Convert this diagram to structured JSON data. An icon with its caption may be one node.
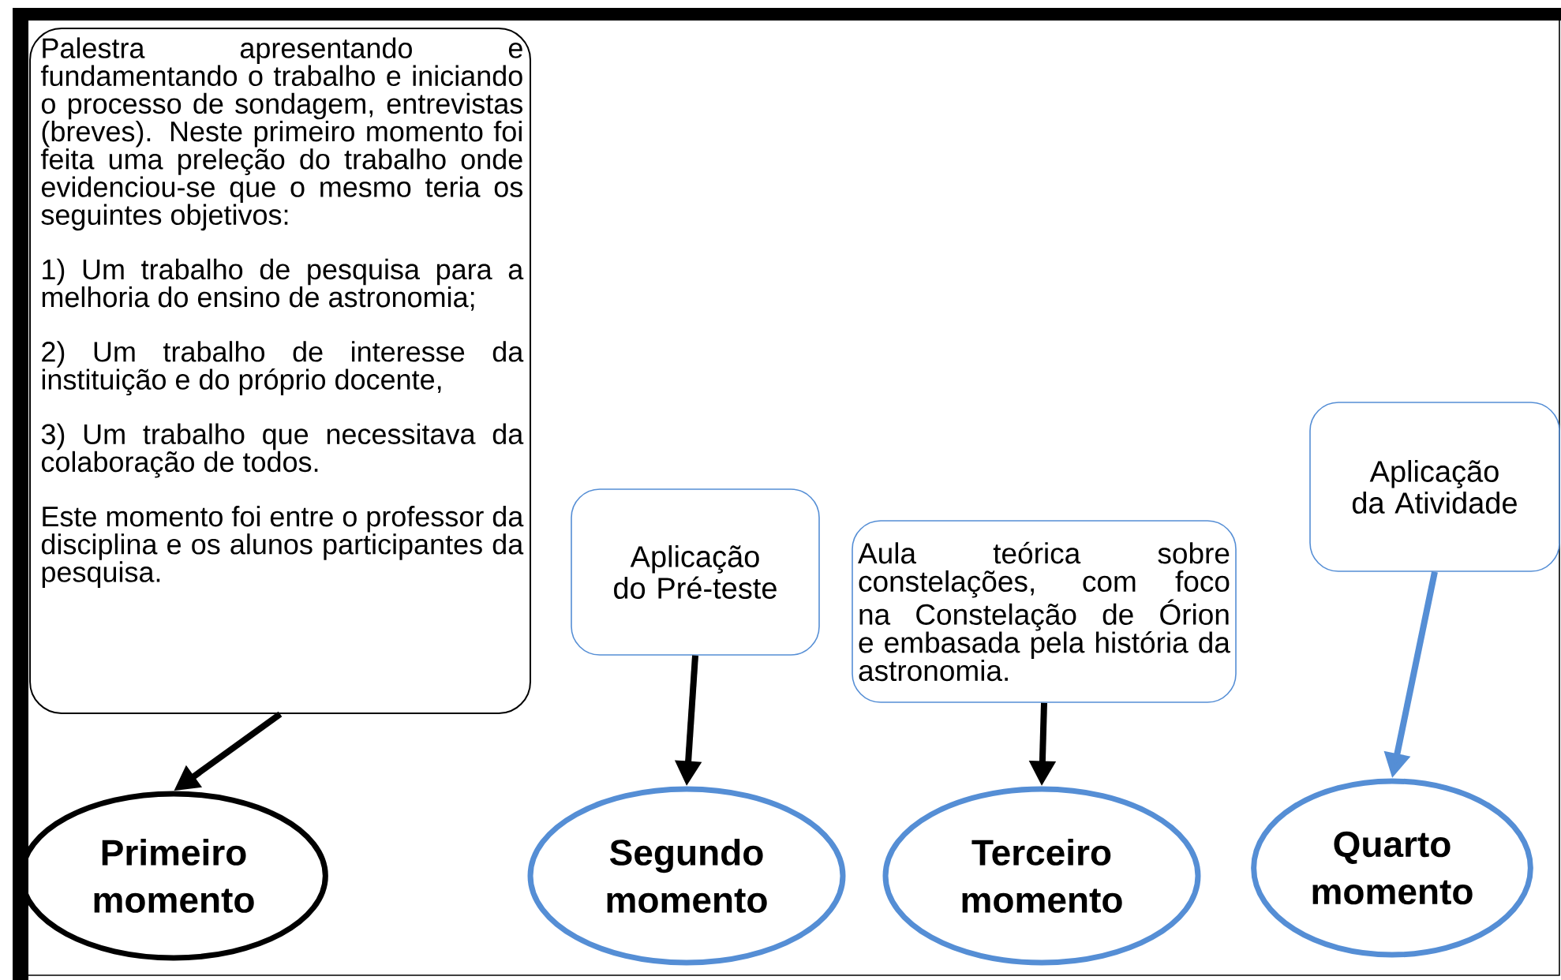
{
  "diagram": {
    "nodes": [
      {
        "text": [
          "Palestra apresentando e fundamentando o trabalho e iniciando o processo de sondagem, entrevistas (breves). Neste primeiro momento foi feita uma preleção do trabalho onde evidenciou-se que o mesmo teria os seguintes objetivos:",
          "1) Um trabalho de pesquisa para a melhoria do ensino de astronomia;",
          "2) Um trabalho de interesse da instituição e do próprio docente,",
          "3) Um trabalho que necessitava da colaboração de todos.",
          "Este momento foi entre o professor da disciplina e os alunos participantes da pesquisa."
        ]
      },
      {
        "text": [
          "Primeiro momento"
        ]
      },
      {
        "text": [
          "Aplicação do Pré-teste"
        ]
      },
      {
        "text": [
          "Segundo momento"
        ]
      },
      {
        "text": [
          "Aula teórica sobre constelações, com foco na Constelação de Órion e embasada pela história da astronomia."
        ]
      },
      {
        "text": [
          "Terceiro momento"
        ]
      },
      {
        "text": [
          "Aplicação da Atividade"
        ]
      },
      {
        "text": [
          "Quarto momento"
        ]
      }
    ],
    "edges": [
      {
        "from": 0,
        "to": 1,
        "arrow": "to"
      },
      {
        "from": 2,
        "to": 3,
        "arrow": "to"
      },
      {
        "from": 4,
        "to": 5,
        "arrow": "to"
      },
      {
        "from": 6,
        "to": 7,
        "arrow": "to",
        "color": "#558ed5"
      }
    ]
  }
}
